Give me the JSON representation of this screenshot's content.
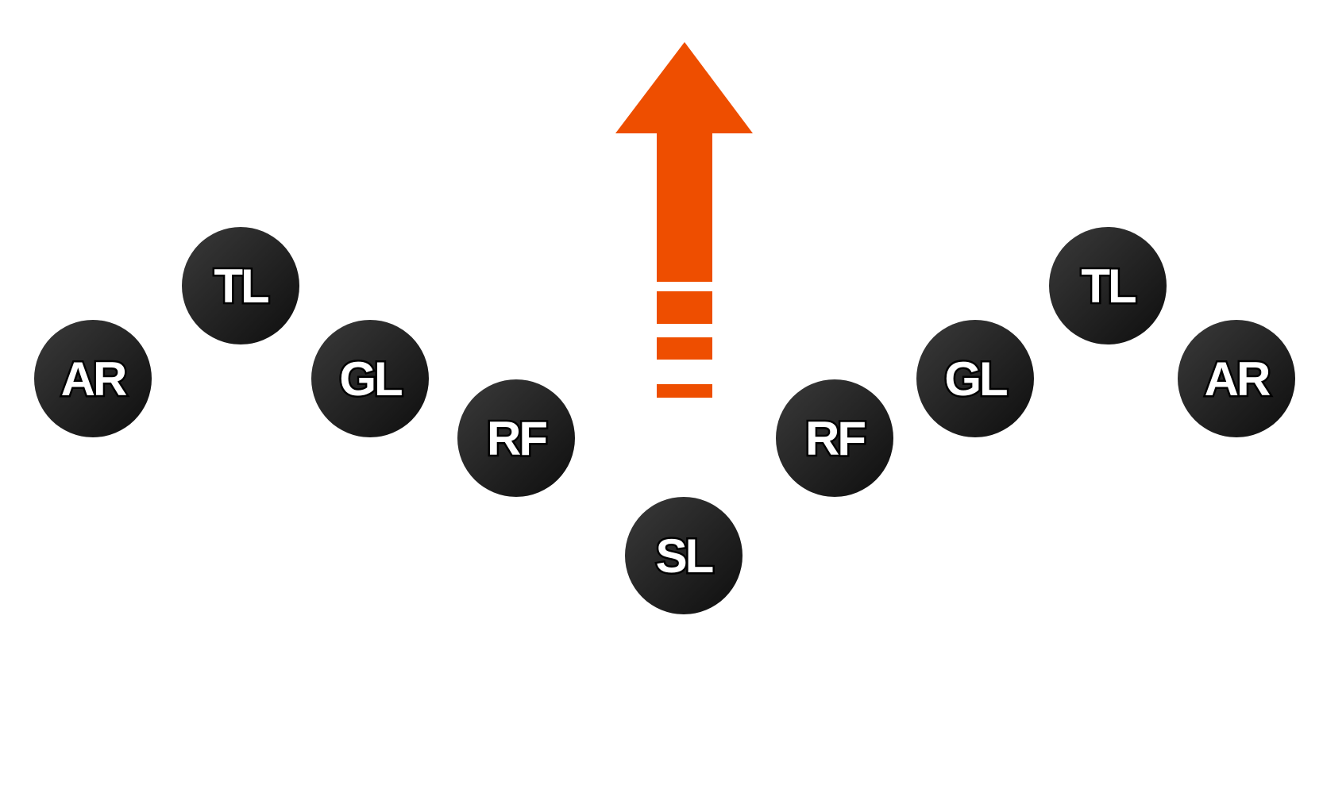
{
  "colors": {
    "arrow": "#EE4E00",
    "player_top": "#3a3a3a",
    "player_bottom": "#0e0e0e"
  },
  "players": [
    {
      "id": "ar-left",
      "label": "AR"
    },
    {
      "id": "tl-left",
      "label": "TL"
    },
    {
      "id": "gl-left",
      "label": "GL"
    },
    {
      "id": "rf-left",
      "label": "RF"
    },
    {
      "id": "sl-center",
      "label": "SL"
    },
    {
      "id": "rf-right",
      "label": "RF"
    },
    {
      "id": "gl-right",
      "label": "GL"
    },
    {
      "id": "tl-right",
      "label": "TL"
    },
    {
      "id": "ar-right",
      "label": "AR"
    }
  ],
  "arrow": {
    "direction": "up",
    "dashes": 3
  }
}
